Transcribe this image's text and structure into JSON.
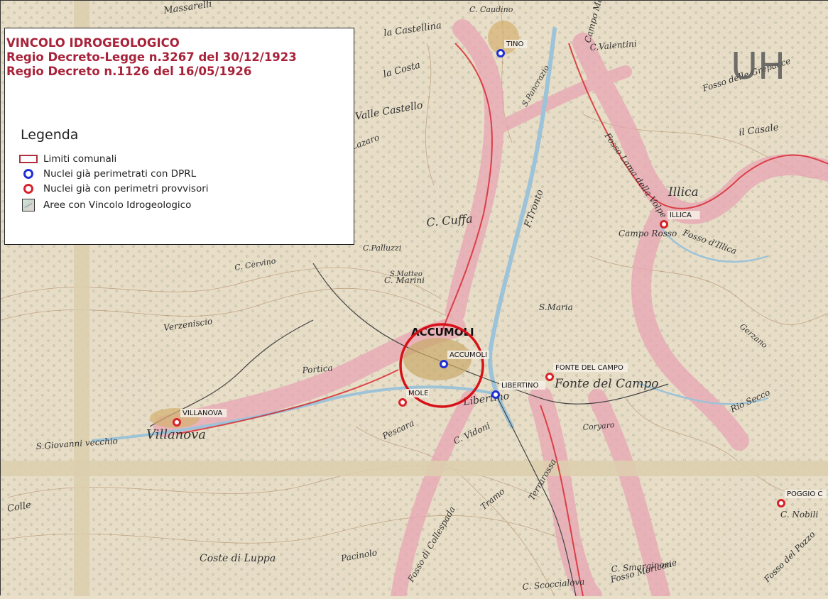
{
  "legend": {
    "title_lines": [
      "VINCOLO IDROGEOLOGICO",
      "Regio Decreto-Legge n.3267 del 30/12/1923",
      "Regio Decreto n.1126 del 16/05/1926"
    ],
    "heading": "Legenda",
    "items": [
      {
        "label": "Limiti comunali",
        "symbol": "rect-outline",
        "color": "#b0303a"
      },
      {
        "label": "Nuclei già perimetrati con DPRL",
        "symbol": "dot",
        "color": "#1f2fd6"
      },
      {
        "label": "Nuclei già con perimetri provvisori",
        "symbol": "dot",
        "color": "#d8222a"
      },
      {
        "label": "Aree con Vincolo Idrogeologico",
        "symbol": "area-swatch",
        "color": "#c8d8cf"
      }
    ]
  },
  "map": {
    "sheet_label": "UH",
    "town_label": "ACCUMOLI",
    "places": [
      {
        "name": "TINO",
        "status": "DPRL"
      },
      {
        "name": "ILLICA",
        "status": "provvisori"
      },
      {
        "name": "ACCUMOLI",
        "status": "DPRL"
      },
      {
        "name": "LIBERTINO",
        "status": "DPRL"
      },
      {
        "name": "MOLE",
        "status": "provvisori"
      },
      {
        "name": "FONTE DEL CAMPO",
        "status": "provvisori"
      },
      {
        "name": "VILLANOVA",
        "status": "provvisori"
      },
      {
        "name": "POGGIO C",
        "status": "provvisori"
      }
    ],
    "base_map_text": [
      "Massarelli",
      "C. Caudino",
      "la Castellina",
      "C.Valentini",
      "Campo Matera",
      "Fosso delle Grepacce",
      "la Costa",
      "Valle Castello",
      "S.Pancrazio",
      "Fosso Lama della Volpe",
      "il Casale",
      "Illica",
      "F.Tronto",
      "C. Cuffa",
      "C.Palluzzi",
      "C. Marini",
      "Campo Rosso",
      "Fosso d'Illica",
      "S.Maria",
      "Verzeniscio",
      "Portica",
      "Fonte del Campo",
      "Rio Secco",
      "Villanova",
      "S.Giovanni vecchio",
      "Libertino",
      "Pescara",
      "C. Vidoni",
      "Coryaro",
      "Colle",
      "Tramo",
      "Terrarossa",
      "C. Nobili",
      "C. Smarginosi",
      "C. Scoccialova",
      "Fosso Moricone",
      "Coste di Luppa",
      "Pacinolo",
      "Fosso di Collespada",
      "Fosso del Pozzo",
      "C. Cervino",
      "Lazaro",
      "S.Matteo",
      "Gerzano"
    ],
    "colors": {
      "paper": "#eadfc8",
      "vincolo_overlay": "#e8a6b4",
      "boundary": "#d8222a",
      "dprl": "#1f2fd6",
      "provvisori": "#d8222a",
      "river": "#9cc3d8",
      "grid_band": "#dccfae",
      "highlight_circle": "#d61218"
    }
  }
}
